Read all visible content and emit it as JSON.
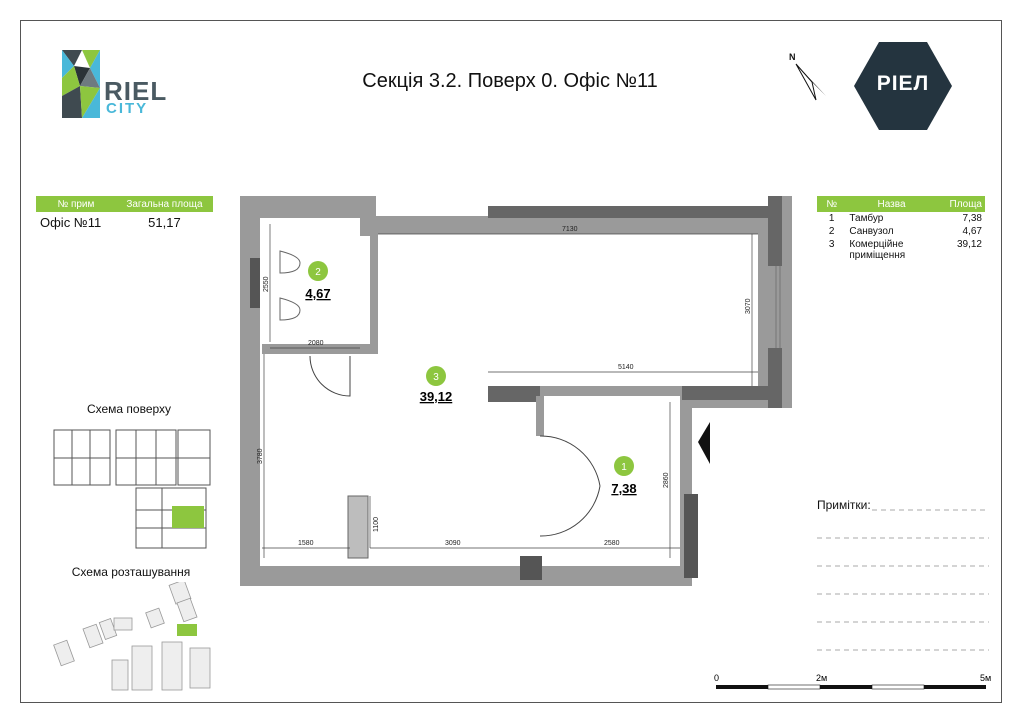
{
  "title": "Секція 3.2. Поверх 0. Офіс №11",
  "logo": {
    "line1": "RIEL",
    "line2": "CITY"
  },
  "brand": "РІЕЛ",
  "north": "N",
  "summary_table": {
    "headers": [
      "№ прим",
      "Загальна площа"
    ],
    "row": {
      "name": "Офіс №11",
      "area": "51,17"
    }
  },
  "rooms_table": {
    "headers": [
      "№",
      "Назва",
      "Площа"
    ],
    "rows": [
      {
        "num": "1",
        "name": "Тамбур",
        "area": "7,38"
      },
      {
        "num": "2",
        "name": "Санвузол",
        "area": "4,67"
      },
      {
        "num": "3",
        "name": "Комерційне приміщення",
        "area": "39,12"
      }
    ]
  },
  "plan": {
    "rooms": [
      {
        "num": "1",
        "area": "7,38"
      },
      {
        "num": "2",
        "area": "4,67"
      },
      {
        "num": "3",
        "area": "39,12"
      }
    ],
    "dimensions": [
      "7130",
      "2550",
      "2080",
      "3070",
      "5140",
      "3780",
      "2860",
      "1100",
      "1580",
      "3090",
      "2580"
    ]
  },
  "schema_floor_label": "Схема поверху",
  "schema_location_label": "Схема розташування",
  "notes_label": "Примітки:",
  "scale": {
    "labels": [
      "0",
      "2м",
      "5м"
    ]
  },
  "colors": {
    "accent": "#8dc63f",
    "wall": "#9a9a9a",
    "wall_dark": "#666666",
    "brand": "#24343f"
  }
}
